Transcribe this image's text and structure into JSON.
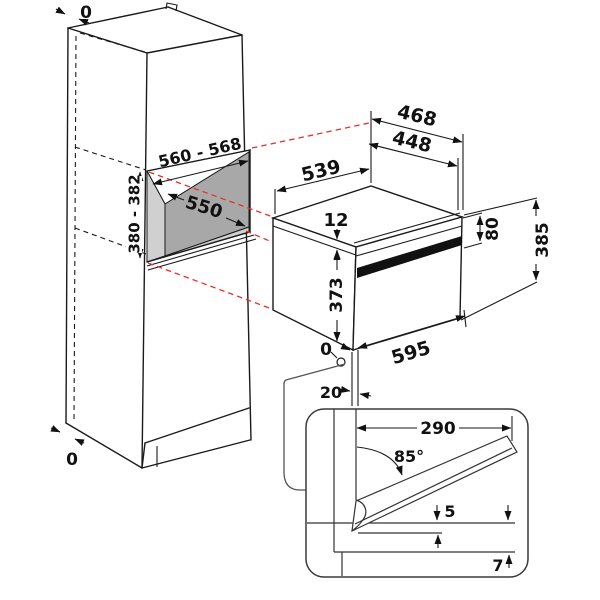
{
  "dims": {
    "cabinet_top_offset": "0",
    "cabinet_bottom_offset": "0",
    "niche_width": "560 - 568",
    "niche_depth": "550",
    "niche_height": "380 - 382",
    "appliance_depth_total": "468",
    "appliance_depth_body": "448",
    "appliance_body_width": "539",
    "appliance_top_inset": "12",
    "appliance_body_height": "373",
    "appliance_front_height": "385",
    "appliance_front_band": "80",
    "appliance_front_width": "595",
    "appliance_front_offset": "0",
    "door_protrusion": "20",
    "door_open_length": "290",
    "door_open_angle": "85°",
    "door_gap": "5",
    "plinth_clearance": "7"
  },
  "colors": {
    "projection_line": "#e8302a",
    "niche_back_wall": "#a8a8a8",
    "niche_side": "#d0d0d0",
    "door_band": "#111111"
  }
}
